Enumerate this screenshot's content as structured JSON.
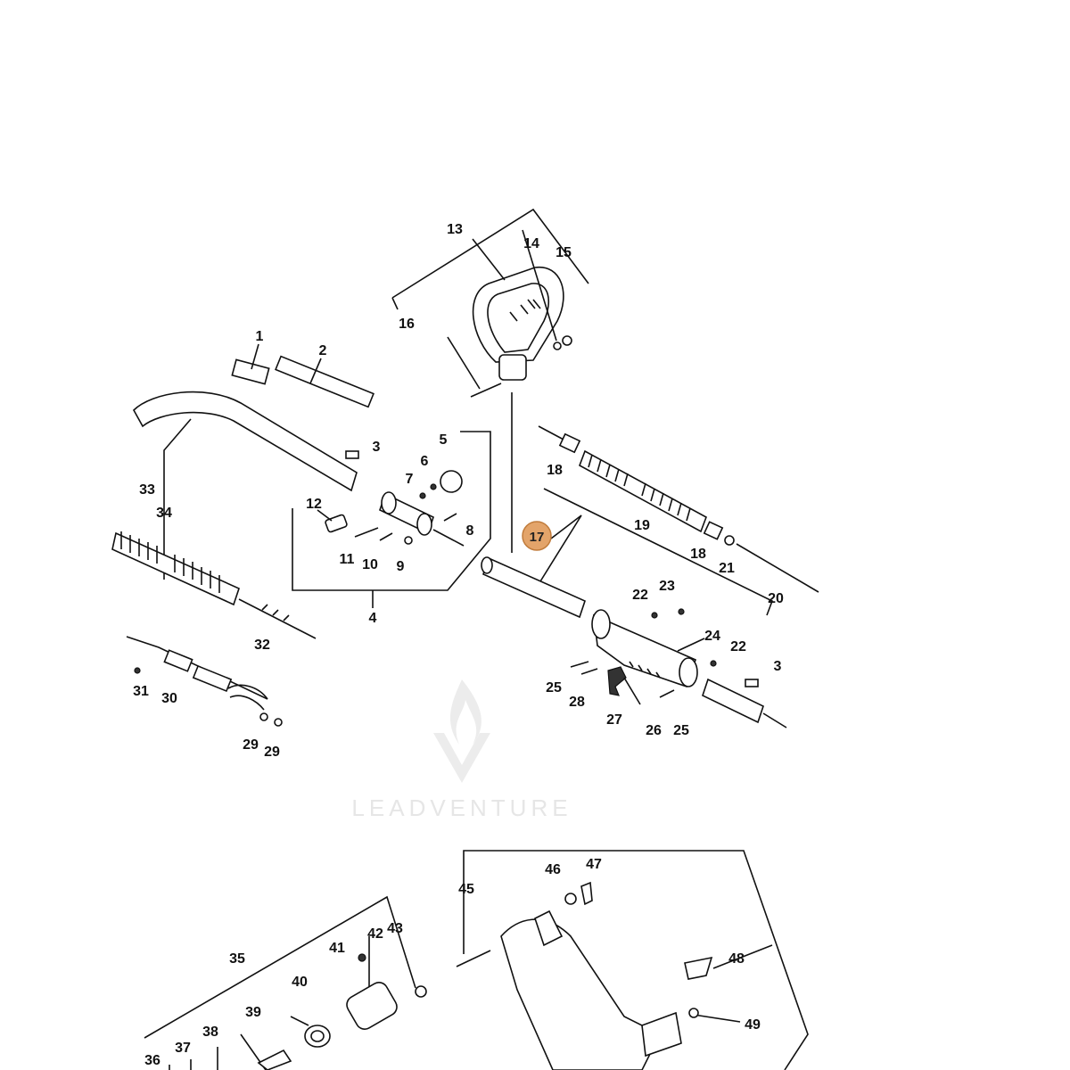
{
  "watermark": {
    "brand": "LEADVENTURE"
  },
  "highlight": {
    "part": "17",
    "color": "#e3a46a"
  },
  "callouts": {
    "n1": "1",
    "n2": "2",
    "n3a": "3",
    "n3b": "3",
    "n4": "4",
    "n5": "5",
    "n6": "6",
    "n7": "7",
    "n8": "8",
    "n9": "9",
    "n10": "10",
    "n11": "11",
    "n12": "12",
    "n13": "13",
    "n14": "14",
    "n15": "15",
    "n16": "16",
    "n18a": "18",
    "n18b": "18",
    "n19": "19",
    "n20": "20",
    "n21": "21",
    "n22a": "22",
    "n22b": "22",
    "n23": "23",
    "n24": "24",
    "n25a": "25",
    "n25b": "25",
    "n26": "26",
    "n27": "27",
    "n28": "28",
    "n29a": "29",
    "n29b": "29",
    "n30": "30",
    "n31": "31",
    "n32": "32",
    "n33": "33",
    "n34": "34",
    "n35": "35",
    "n36": "36",
    "n37": "37",
    "n38": "38",
    "n39": "39",
    "n40": "40",
    "n41": "41",
    "n42": "42",
    "n43": "43",
    "n45": "45",
    "n46": "46",
    "n47": "47",
    "n48": "48",
    "n49": "49"
  }
}
